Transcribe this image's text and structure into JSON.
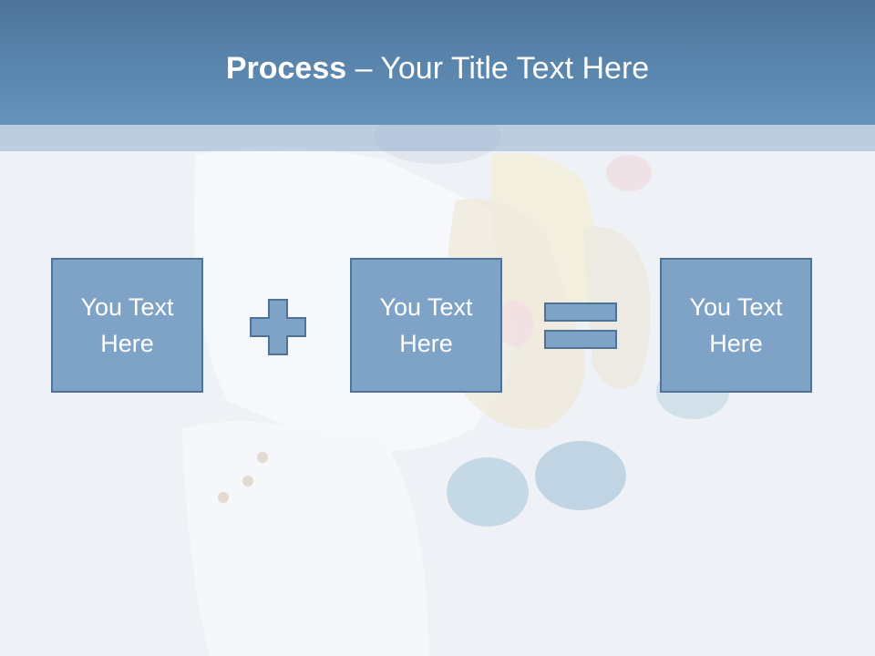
{
  "slide": {
    "title": {
      "bold": "Process",
      "rest": " – Your Title Text Here"
    },
    "boxes": [
      {
        "text": "You Text Here"
      },
      {
        "text": "You Text Here"
      },
      {
        "text": "You Text Here"
      }
    ],
    "operators": [
      "plus-icon",
      "equals-icon"
    ],
    "colors": {
      "header": "#5a86ae",
      "box_fill": "#7fa3c6",
      "box_border": "#4f7396",
      "text": "#ffffff",
      "background": "#f1f3f8"
    }
  }
}
